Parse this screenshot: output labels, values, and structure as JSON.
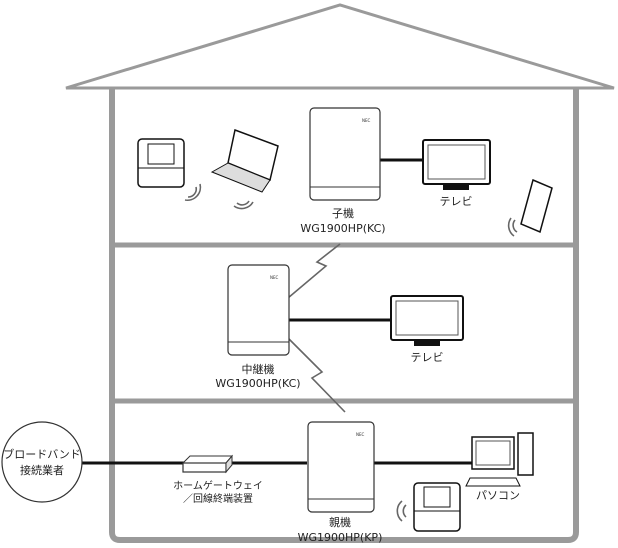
{
  "provider": {
    "line1": "ブロードバンド",
    "line2": "接続業者"
  },
  "gateway": {
    "line1": "ホームゲートウェイ",
    "line2": "／回線終端装置"
  },
  "routers": {
    "child": {
      "role": "子機",
      "model": "WG1900HP(KC)"
    },
    "repeater": {
      "role": "中継機",
      "model": "WG1900HP(KC)"
    },
    "parent": {
      "role": "親機",
      "model": "WG1900HP(KP)"
    }
  },
  "devices": {
    "tv_top": "テレビ",
    "tv_middle": "テレビ",
    "pc": "パソコン"
  },
  "colors": {
    "house": "#9a9a9a",
    "line": "#111111"
  }
}
